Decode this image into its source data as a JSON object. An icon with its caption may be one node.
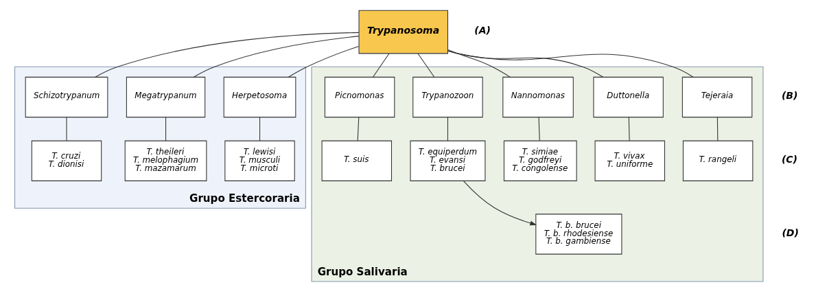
{
  "diagram": {
    "nodes": [
      {
        "text": [
          "Trypanosoma"
        ],
        "beside": [
          "(A)"
        ]
      },
      {
        "text": [
          "Grupo Estercoraria"
        ]
      },
      {
        "text": [
          "Herpetosoma"
        ],
        "in": 1
      },
      {
        "text": [
          "Megatrypanum"
        ],
        "in": 1
      },
      {
        "text": [
          "Schizotrypanum"
        ],
        "in": 1
      },
      {
        "text": [
          "T. lewisi T. musculi T. microti"
        ],
        "in": 1
      },
      {
        "text": [
          "T. theileri T. melophagium T. mazamarum"
        ],
        "in": 1
      },
      {
        "text": [
          "T. cruzi T. dionisi"
        ],
        "in": 1
      },
      {
        "text": [
          "Grupo Salivaria"
        ]
      },
      {
        "text": [
          "Tejeraia"
        ],
        "in": 8
      },
      {
        "text": [
          "Duttonella"
        ],
        "in": 8
      },
      {
        "text": [
          "Nannomonas"
        ],
        "in": 8
      },
      {
        "text": [
          "Trypanozoon"
        ],
        "in": 8
      },
      {
        "text": [
          "Picnomonas"
        ],
        "in": 8
      },
      {
        "text": [
          "T. rangeli"
        ],
        "in": 8
      },
      {
        "text": [
          "T. vivax T. uniforme"
        ],
        "in": 8
      },
      {
        "text": [
          "T. simiae T. godfreyi T. congolense"
        ],
        "in": 8
      },
      {
        "text": [
          "T. equiperdum T. evansi T. brucei"
        ],
        "in": 8
      },
      {
        "text": [
          "T. suis"
        ],
        "in": 8
      },
      {
        "text": [
          "T. b. brucei T. b. rhodesiense T. b. gambiense"
        ],
        "in": 8
      }
    ],
    "edges": [
      {
        "from": 0,
        "to": 2,
        "arrow": "none"
      },
      {
        "from": 0,
        "to": 3,
        "arrow": "none"
      },
      {
        "from": 0,
        "to": 4,
        "arrow": "none"
      },
      {
        "from": 0,
        "to": 9,
        "arrow": "none"
      },
      {
        "from": 0,
        "to": 10,
        "arrow": "none"
      },
      {
        "from": 0,
        "to": 11,
        "arrow": "none"
      },
      {
        "from": 0,
        "to": 12,
        "arrow": "none"
      },
      {
        "from": 0,
        "to": 13,
        "arrow": "none"
      },
      {
        "from": 2,
        "to": 5,
        "arrow": "none"
      },
      {
        "from": 3,
        "to": 6,
        "arrow": "none"
      },
      {
        "from": 4,
        "to": 7,
        "arrow": "none"
      },
      {
        "from": 9,
        "to": 14,
        "arrow": "none"
      },
      {
        "from": 10,
        "to": 15,
        "arrow": "none"
      },
      {
        "from": 11,
        "to": 16,
        "arrow": "none"
      },
      {
        "from": 12,
        "to": 17,
        "arrow": "none"
      },
      {
        "from": 13,
        "to": 18,
        "arrow": "none"
      },
      {
        "from": 17,
        "to": 19,
        "arrow": "to"
      }
    ],
    "labels": [
      "(B)",
      "(C)",
      "(D)"
    ]
  }
}
